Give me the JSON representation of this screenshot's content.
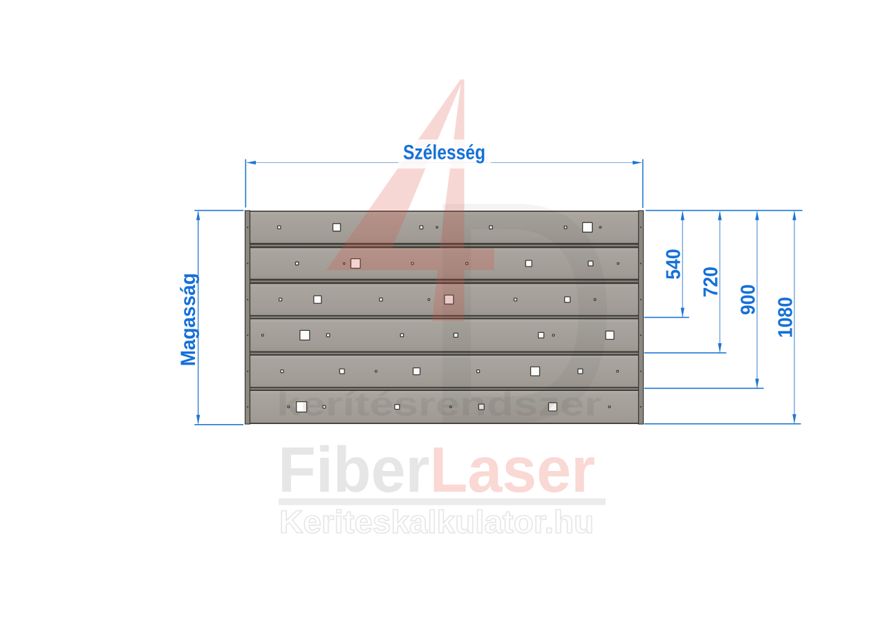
{
  "drawing": {
    "width_label": "Szélesség",
    "height_label": "Magasság",
    "right_dimensions": [
      {
        "value": "540"
      },
      {
        "value": "720"
      },
      {
        "value": "900"
      },
      {
        "value": "1080"
      }
    ],
    "total_height_units": 1080
  },
  "panel": {
    "board_count": 6,
    "boards": [
      {
        "holes": [
          [
            403.7,
            4.4
          ],
          [
            487,
            11
          ],
          [
            609.4,
            4.7
          ],
          [
            632,
            2.3
          ],
          [
            710,
            4.7
          ],
          [
            818,
            3.7
          ],
          [
            849.6,
            14
          ],
          [
            868.4,
            2.3
          ]
        ]
      },
      {
        "holes": [
          [
            429.6,
            4.4
          ],
          [
            497.7,
            2.3
          ],
          [
            514.3,
            13.7
          ],
          [
            596.4,
            3
          ],
          [
            675.2,
            3
          ],
          [
            764.7,
            9
          ],
          [
            854.2,
            7
          ],
          [
            894,
            2.3
          ]
        ]
      },
      {
        "holes": [
          [
            405.6,
            4
          ],
          [
            459.3,
            11
          ],
          [
            551,
            4.5
          ],
          [
            620.3,
            2.5
          ],
          [
            649.4,
            13
          ],
          [
            745.5,
            4
          ],
          [
            820.6,
            8
          ],
          [
            860.4,
            2.5
          ]
        ]
      },
      {
        "holes": [
          [
            379.8,
            2.5
          ],
          [
            440.8,
            14
          ],
          [
            474.6,
            4.5
          ],
          [
            581.4,
            4.5
          ],
          [
            659.3,
            6
          ],
          [
            782.6,
            8
          ],
          [
            800.5,
            2.5
          ],
          [
            882,
            12
          ]
        ]
      },
      {
        "holes": [
          [
            408,
            4
          ],
          [
            494.7,
            7
          ],
          [
            543.9,
            2.5
          ],
          [
            602.5,
            10
          ],
          [
            691.6,
            4
          ],
          [
            774,
            13
          ],
          [
            839.3,
            7
          ],
          [
            893.2,
            2.5
          ]
        ]
      },
      {
        "holes": [
          [
            417.4,
            2.5
          ],
          [
            436.1,
            15
          ],
          [
            468.9,
            4
          ],
          [
            574.4,
            7
          ],
          [
            651.8,
            2.5
          ],
          [
            696.3,
            8
          ],
          [
            799.4,
            12
          ],
          [
            881.5,
            2.5
          ]
        ]
      }
    ]
  },
  "watermark": {
    "logo_number": "4",
    "logo_letter": "D",
    "brand_text": "kerítésrendszer",
    "red": "#dc4a40",
    "gray": "#3a3630"
  },
  "footer_logo": {
    "part1": "Fiber",
    "part2": "Laser",
    "site": "Keriteskalkulator.hu",
    "part1_color": "#e6e6e6",
    "part2_color": "#fad8d4",
    "bar_color": "#ececec",
    "site_stroke_color": "#e6e6e6"
  },
  "colors": {
    "dimension_blue": "#1e76d4",
    "label_blue": "#1570d8",
    "board_gray": "#a6a29b",
    "edge_gray": "#8c8983",
    "outline_dark": "#3a3733",
    "hole_fill": "#fcfcfb"
  }
}
